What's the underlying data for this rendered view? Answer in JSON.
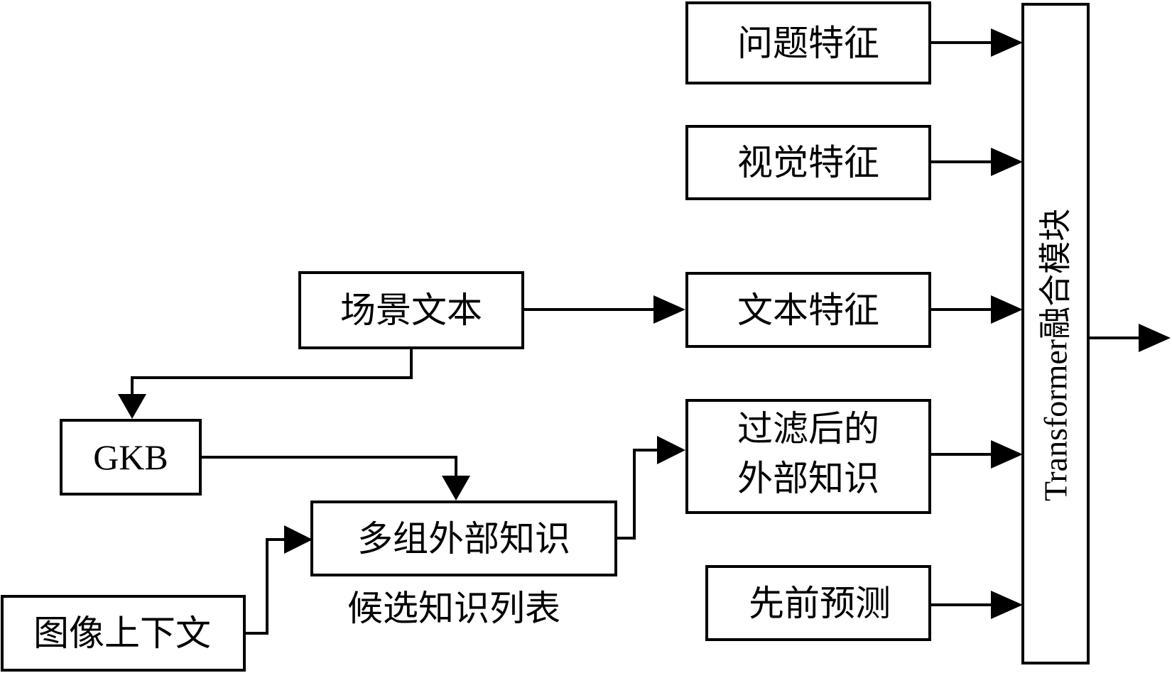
{
  "diagram": {
    "nodes": {
      "question_features": "问题特征",
      "visual_features": "视觉特征",
      "text_features": "文本特征",
      "filtered_knowledge_line1": "过滤后的",
      "filtered_knowledge_line2": "外部知识",
      "previous_prediction": "先前预测",
      "scene_text": "场景文本",
      "gkb": "GKB",
      "multi_knowledge": "多组外部知识",
      "image_context": "图像上下文",
      "fusion_module": "Transformer融合模块"
    },
    "annotations": {
      "candidate_list": "候选知识列表"
    }
  }
}
